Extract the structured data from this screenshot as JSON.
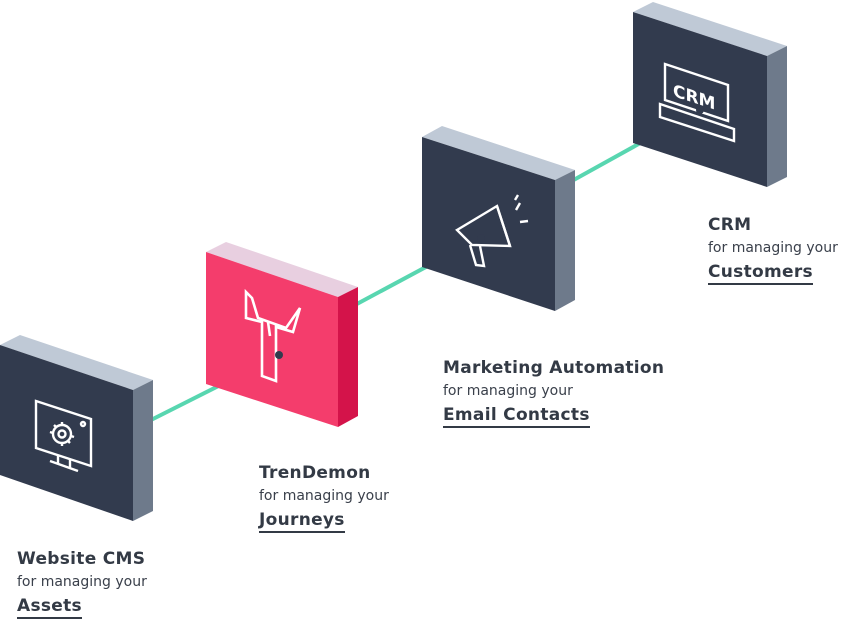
{
  "colors": {
    "connector": "#58d6b0",
    "dark_front": "#323b4e",
    "dark_top": "#bfc9d6",
    "dark_side": "#6e7a8b",
    "brand_front": "#f43d6c",
    "brand_top": "#e8cfe0",
    "brand_side": "#d4134a",
    "icon_stroke": "#ffffff"
  },
  "nodes": [
    {
      "id": "website-cms",
      "icon": "monitor-gear-icon",
      "title": "Website CMS",
      "subtitle": "for managing your",
      "object": "Assets"
    },
    {
      "id": "trendemon",
      "icon": "trendemon-logo-icon",
      "title": "TrenDemon",
      "subtitle": "for managing your",
      "object": "Journeys"
    },
    {
      "id": "marketing-automation",
      "icon": "megaphone-icon",
      "title": "Marketing Automation",
      "subtitle": "for managing your",
      "object": "Email Contacts"
    },
    {
      "id": "crm",
      "icon": "crm-laptop-icon",
      "icon_text": "CRM",
      "title": "CRM",
      "subtitle": "for managing your",
      "object": "Customers"
    }
  ]
}
